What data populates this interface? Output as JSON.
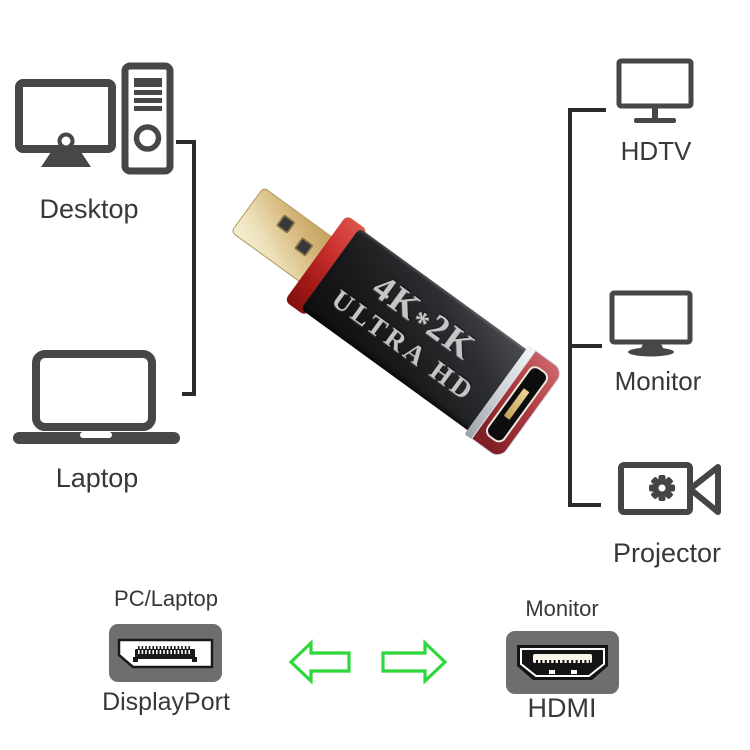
{
  "description": "DisplayPort to HDMI 4K adapter connection diagram",
  "diagram": {
    "sources": [
      {
        "id": "desktop",
        "label": "Desktop",
        "icon": "desktop-computer-icon"
      },
      {
        "id": "laptop",
        "label": "Laptop",
        "icon": "laptop-icon"
      }
    ],
    "outputs": [
      {
        "id": "hdtv",
        "label": "HDTV",
        "icon": "tv-icon"
      },
      {
        "id": "monitor",
        "label": "Monitor",
        "icon": "monitor-icon"
      },
      {
        "id": "projector",
        "label": "Projector",
        "icon": "projector-icon"
      }
    ]
  },
  "adapter": {
    "marking": {
      "p1": "4K",
      "star": "*",
      "p2": "2K",
      "line2": "ULTRA HD"
    },
    "colors": {
      "body_black": "#1a1a1c",
      "collar_red": "#c92f2c",
      "plug_gold": "#d9bc82",
      "rim_silver": "#d6dade",
      "hdmi_face_red": "#ad3840",
      "marking_text": "#c3c5c7"
    }
  },
  "bottom": {
    "source": {
      "device": "PC/Laptop",
      "port": "DisplayPort",
      "icon": "displayport-connector-icon"
    },
    "target": {
      "device": "Monitor",
      "port": "HDMI",
      "icon": "hdmi-connector-icon"
    },
    "arrows_icon": "bidirectional-arrows-icon",
    "arrow_color": "#2ed83a"
  },
  "colors": {
    "background": "#ffffff",
    "icon_gray": "#47474a",
    "bracket_line": "#2b2b2b",
    "label_text": "#383838",
    "connector_plate_gray": "#6e6e6e"
  }
}
